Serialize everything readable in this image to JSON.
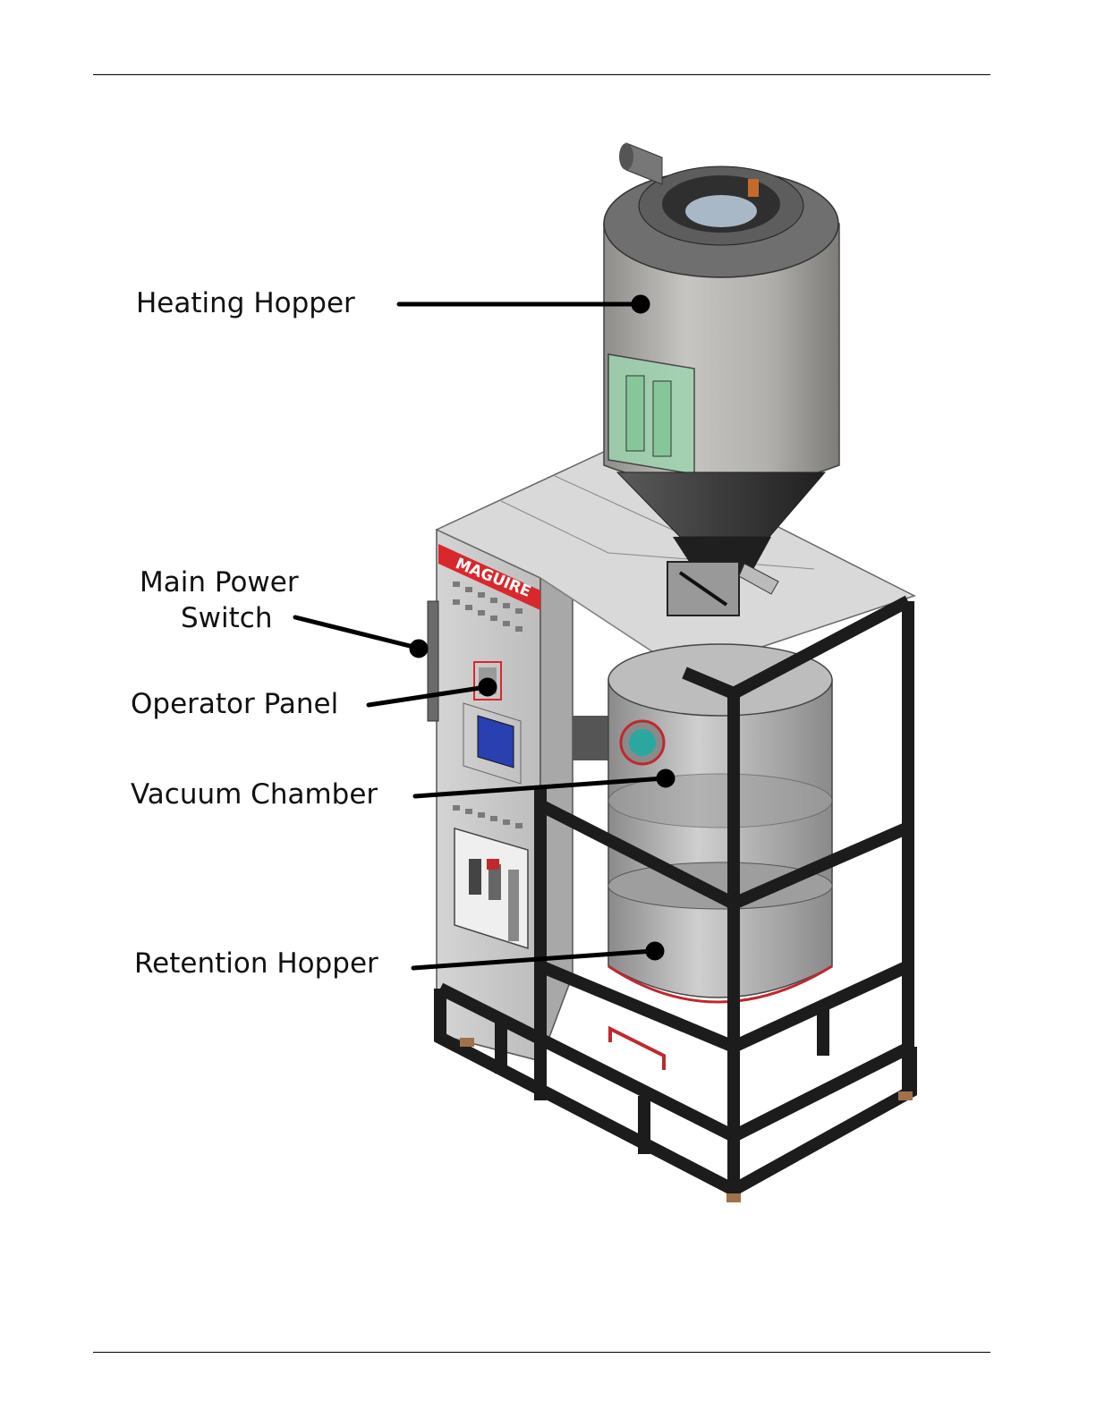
{
  "figure": {
    "brand_label": "MAGUIRE",
    "callouts": [
      {
        "id": "heating-hopper",
        "lines": [
          "Heating Hopper"
        ]
      },
      {
        "id": "main-power-switch",
        "lines": [
          "Main Power",
          "Switch"
        ]
      },
      {
        "id": "operator-panel",
        "lines": [
          "Operator Panel"
        ]
      },
      {
        "id": "vacuum-chamber",
        "lines": [
          "Vacuum Chamber"
        ]
      },
      {
        "id": "retention-hopper",
        "lines": [
          "Retention Hopper"
        ]
      }
    ]
  },
  "colors": {
    "frame": "#1c1c1c",
    "panel": "#c9c9c9",
    "hopper": "#b3b1ad",
    "brand_red": "#d8282c",
    "window_green": "#9fd3b0",
    "controller_blue": "#2a3fb0"
  }
}
